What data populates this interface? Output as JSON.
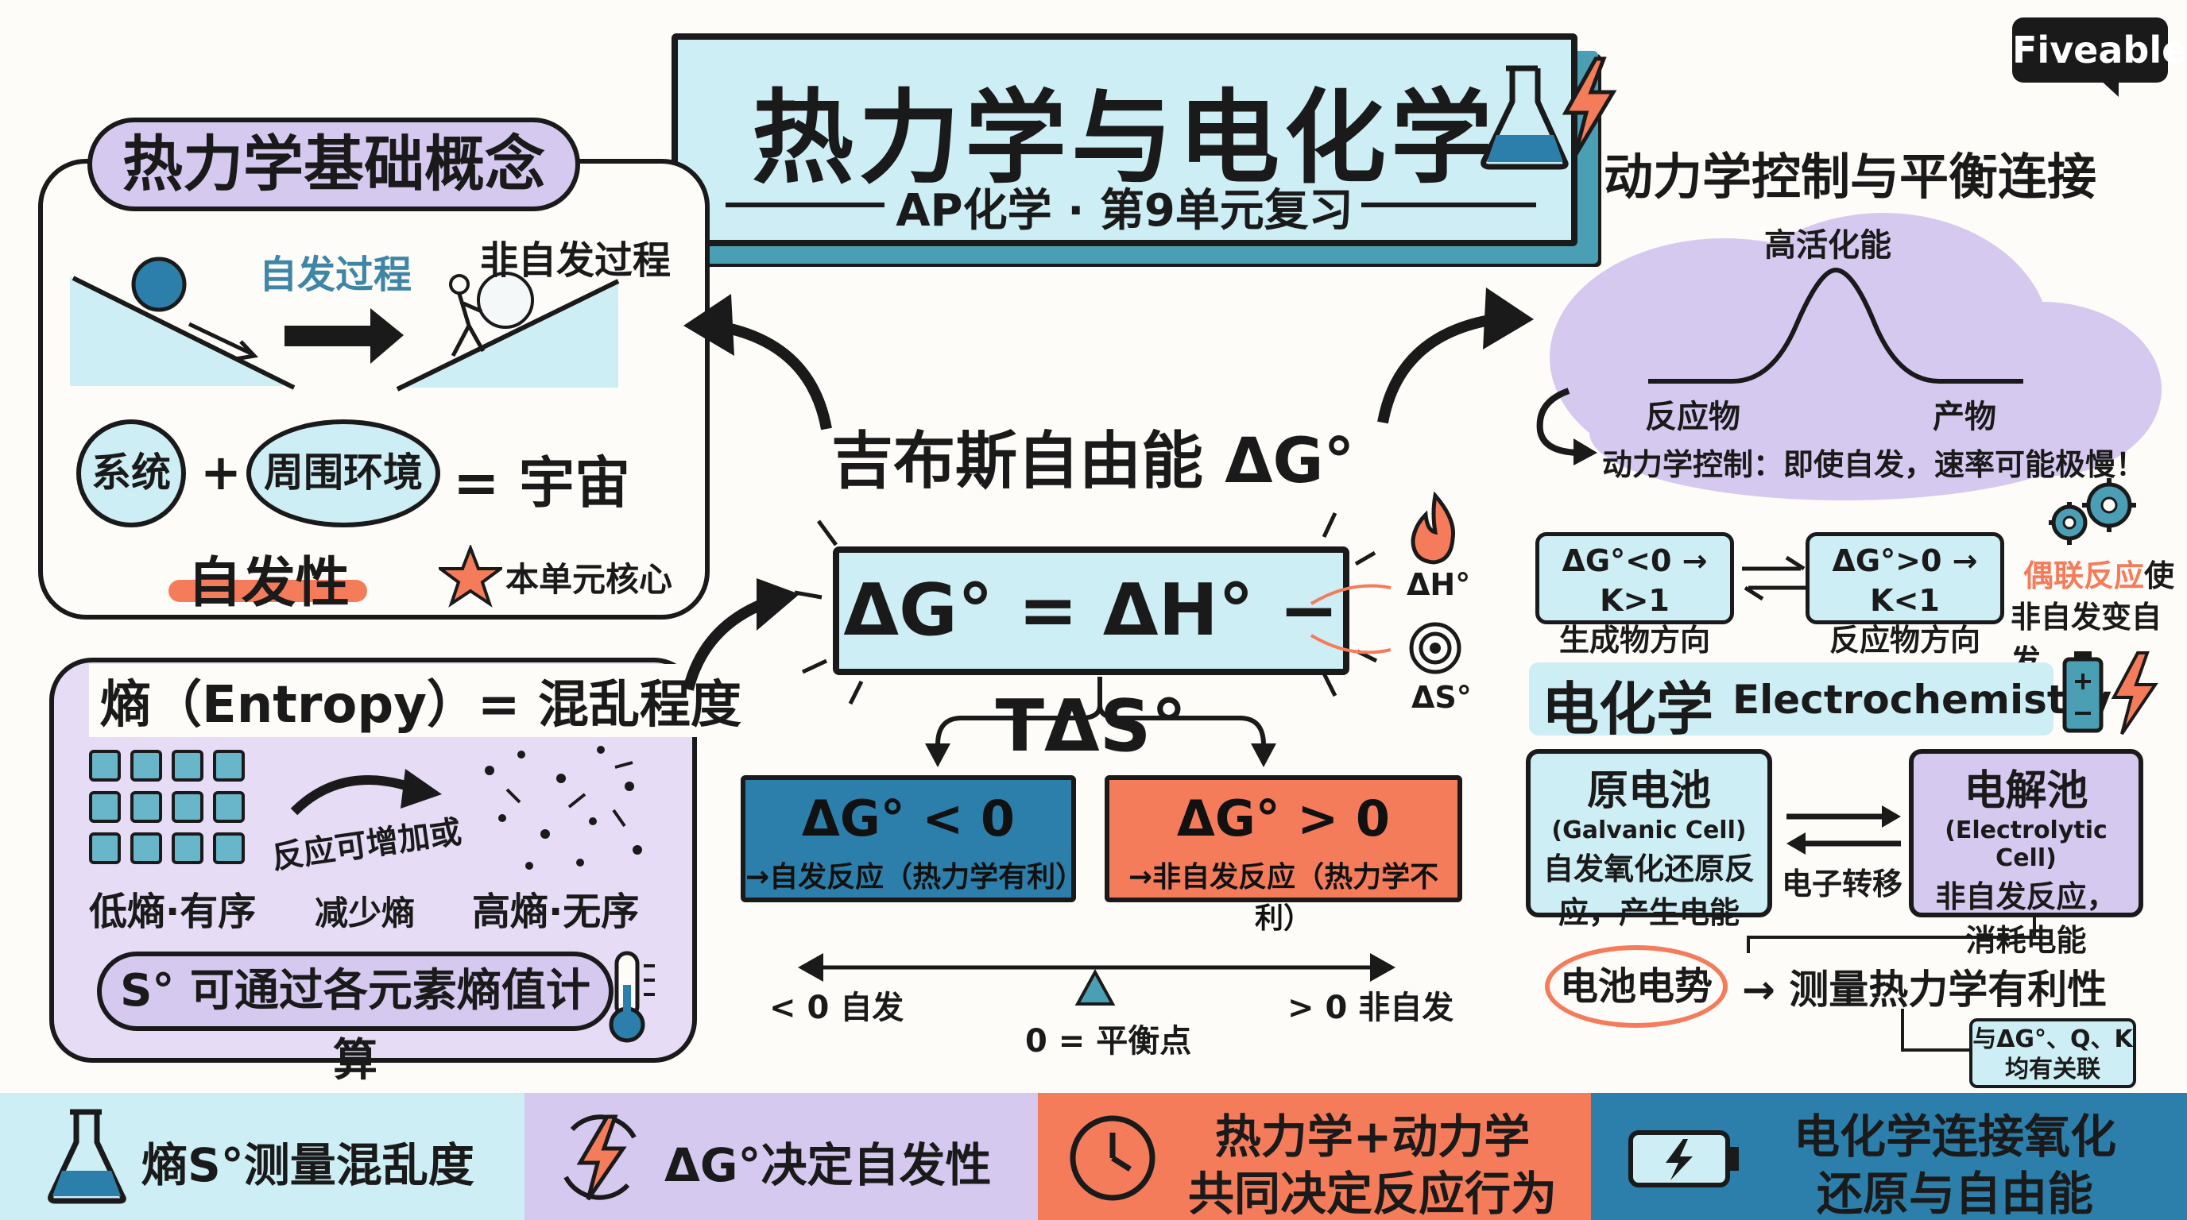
{
  "logo": {
    "text": "Fiveable"
  },
  "header": {
    "title": "热力学与电化学",
    "subtitle": "AP化学 · 第9单元复习"
  },
  "basics": {
    "title": "热力学基础概念",
    "spontaneous": "自发过程",
    "nonspontaneous": "非自发过程",
    "system": "系统",
    "plus": "+",
    "surroundings": "周围环境",
    "equals_universe": "= 宇宙",
    "spontaneity": "自发性",
    "core_note": "本单元核心"
  },
  "entropy": {
    "title": "熵（Entropy）= 混乱程度",
    "arrow_note_line1": "反应可增加或",
    "arrow_note_line2": "减少熵",
    "low": "低熵·有序",
    "high": "高熵·无序",
    "calc": "S° 可通过各元素熵值计算"
  },
  "gibbs": {
    "title": "吉布斯自由能 ΔG°",
    "formula": "ΔG° = ΔH° − TΔS°",
    "dh_label": "ΔH°",
    "ds_label": "ΔS°",
    "neg_head": "ΔG° < 0",
    "neg_body": "→自发反应（热力学有利）",
    "pos_head": "ΔG° > 0",
    "pos_body": "→非自发反应（热力学不利）",
    "scale_left": "< 0 自发",
    "scale_mid": "0 = 平衡点",
    "scale_right": "> 0 非自发"
  },
  "kinetics": {
    "title": "动力学控制与平衡连接",
    "high_ea": "高活化能",
    "reactants": "反应物",
    "products": "产物",
    "note": "动力学控制：即使自发，速率可能极慢！",
    "k_gt_line1": "ΔG°<0 → K>1",
    "k_gt_line2": "生成物方向",
    "k_lt_line1": "ΔG°>0 → K<1",
    "k_lt_line2": "反应物方向",
    "coupled_line1_red": "偶联反应",
    "coupled_line1_black": "使",
    "coupled_line2": "非自发变自发"
  },
  "electro": {
    "title_cn": "电化学",
    "title_en": "Electrochemistry",
    "galvanic_title": "原电池",
    "galvanic_en": "(Galvanic Cell)",
    "galvanic_line1": "自发氧化还原反",
    "galvanic_line2": "应，产生电能",
    "electron_transfer": "电子转移",
    "electrolytic_title": "电解池",
    "electrolytic_en": "(Electrolytic Cell)",
    "electrolytic_line1": "非自发反应，",
    "electrolytic_line2": "消耗电能",
    "cell_potential": "电池电势",
    "measure": "→ 测量热力学有利性",
    "link_line1": "与ΔG°、Q、K",
    "link_line2": "均有关联"
  },
  "bottom": {
    "item1": "熵S°测量混乱度",
    "item2": "ΔG°决定自发性",
    "item3_line1": "热力学+动力学",
    "item3_line2": "共同决定反应行为",
    "item4_line1": "电化学连接氧化",
    "item4_line2": "还原与自由能"
  },
  "colors": {
    "light_blue": "#cdeef4",
    "teal": "#4a9fb5",
    "lavender": "#d6c9f0",
    "blue": "#2c7fab",
    "coral": "#f47c5a",
    "ink": "#1a1a1a"
  }
}
